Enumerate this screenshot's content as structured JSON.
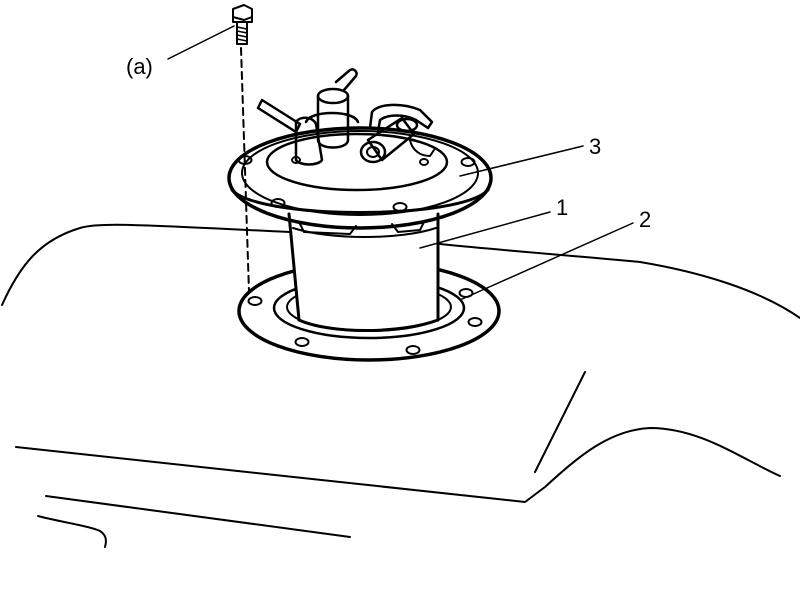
{
  "labels": {
    "bolt": "(a)",
    "callout_1": "1",
    "callout_2": "2",
    "callout_3": "3"
  },
  "colors": {
    "line": "#000000",
    "background": "#ffffff"
  }
}
